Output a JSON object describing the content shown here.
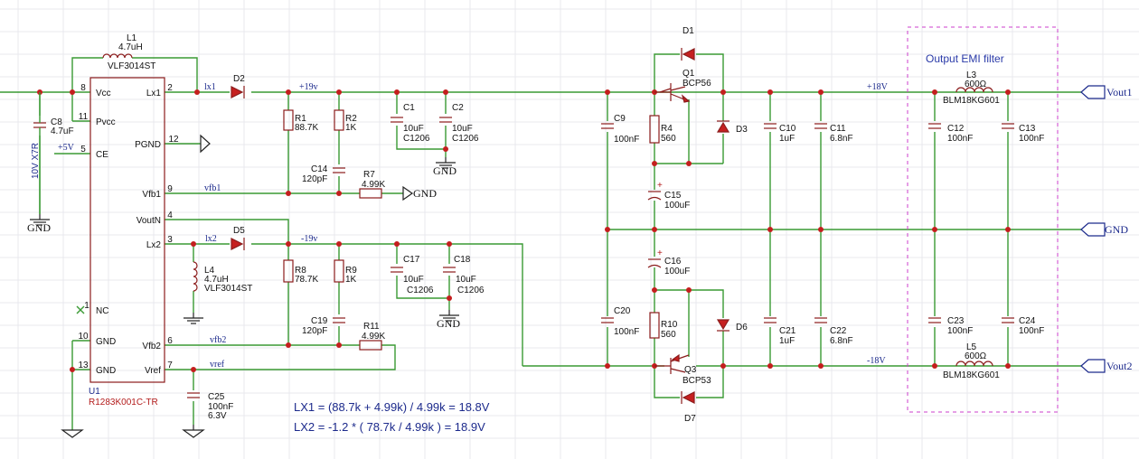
{
  "ic": {
    "ref": "U1",
    "part": "R1283K001C-TR",
    "pins": {
      "vcc": "Vcc",
      "pvcc": "Pvcc",
      "ce": "CE",
      "nc": "NC",
      "gnd1": "GND",
      "gnd2": "GND",
      "lx1": "Lx1",
      "pgnd": "PGND",
      "vfb1": "Vfb1",
      "voutn": "VoutN",
      "lx2": "Lx2",
      "vfb2": "Vfb2",
      "vref": "Vref"
    },
    "pin_nums": {
      "vcc": "8",
      "pvcc": "11",
      "ce": "5",
      "nc": "1",
      "gnd1": "10",
      "gnd2": "13",
      "lx1": "2",
      "pgnd": "12",
      "vfb1": "9",
      "voutn": "4",
      "lx2": "3",
      "vfb2": "6",
      "vref": "7"
    }
  },
  "components": {
    "L1": {
      "ref": "L1",
      "val": "4.7uH",
      "part": "VLF3014ST"
    },
    "L4": {
      "ref": "L4",
      "val": "4.7uH",
      "part": "VLF3014ST"
    },
    "L3": {
      "ref": "L3",
      "val": "600Ω",
      "part": "BLM18KG601"
    },
    "L5": {
      "ref": "L5",
      "val": "600Ω",
      "part": "BLM18KG601"
    },
    "C8": {
      "ref": "C8",
      "val": "4.7uF",
      "note": "10V X7R"
    },
    "C1": {
      "ref": "C1",
      "val": "10uF",
      "pkg": "C1206"
    },
    "C2": {
      "ref": "C2",
      "val": "10uF",
      "pkg": "C1206"
    },
    "C17": {
      "ref": "C17",
      "val": "10uF",
      "pkg": "C1206"
    },
    "C18": {
      "ref": "C18",
      "val": "10uF",
      "pkg": "C1206"
    },
    "C14": {
      "ref": "C14",
      "val": "120pF"
    },
    "C19": {
      "ref": "C19",
      "val": "120pF"
    },
    "C25": {
      "ref": "C25",
      "val": "100nF",
      "volt": "6.3V"
    },
    "C9": {
      "ref": "C9",
      "val": "100nF"
    },
    "C20": {
      "ref": "C20",
      "val": "100nF"
    },
    "C15": {
      "ref": "C15",
      "val": "100uF"
    },
    "C16": {
      "ref": "C16",
      "val": "100uF"
    },
    "C10": {
      "ref": "C10",
      "val": "1uF"
    },
    "C21": {
      "ref": "C21",
      "val": "1uF"
    },
    "C11": {
      "ref": "C11",
      "val": "6.8nF"
    },
    "C22": {
      "ref": "C22",
      "val": "6.8nF"
    },
    "C12": {
      "ref": "C12",
      "val": "100nF"
    },
    "C13": {
      "ref": "C13",
      "val": "100nF"
    },
    "C23": {
      "ref": "C23",
      "val": "100nF"
    },
    "C24": {
      "ref": "C24",
      "val": "100nF"
    },
    "R1": {
      "ref": "R1",
      "val": "88.7K"
    },
    "R2": {
      "ref": "R2",
      "val": "1K"
    },
    "R7": {
      "ref": "R7",
      "val": "4.99K"
    },
    "R8": {
      "ref": "R8",
      "val": "78.7K"
    },
    "R9": {
      "ref": "R9",
      "val": "1K"
    },
    "R11": {
      "ref": "R11",
      "val": "4.99K"
    },
    "R4": {
      "ref": "R4",
      "val": "560"
    },
    "R10": {
      "ref": "R10",
      "val": "560"
    },
    "D1": {
      "ref": "D1"
    },
    "D2": {
      "ref": "D2"
    },
    "D3": {
      "ref": "D3"
    },
    "D5": {
      "ref": "D5"
    },
    "D6": {
      "ref": "D6"
    },
    "D7": {
      "ref": "D7"
    },
    "Q1": {
      "ref": "Q1",
      "part": "BCP56"
    },
    "Q3": {
      "ref": "Q3",
      "part": "BCP53"
    }
  },
  "nets": {
    "lx1": "lx1",
    "lx2": "lx2",
    "p19": "+19v",
    "n19": "-19v",
    "vfb1": "vfb1",
    "vfb2": "vfb2",
    "vref": "vref",
    "p5": "+5V",
    "p18": "+18V",
    "n18": "-18V"
  },
  "gnd_label": "GND",
  "ports": {
    "vout1": "Vout1",
    "gnd": "GND",
    "vout2": "Vout2"
  },
  "emi_title": "Output EMI filter",
  "equations": {
    "lx1": "LX1 = (88.7k + 4.99k) / 4.99k = 18.8V",
    "lx2": "LX2 = -1.2 * ( 78.7k / 4.99k ) = 18.9V"
  },
  "colors": {
    "wire": "#3a9a34",
    "component": "#8b1c1c",
    "junction": "#c41e1e",
    "text": "#1c2a8c",
    "emi_box": "#cc3fcc"
  }
}
